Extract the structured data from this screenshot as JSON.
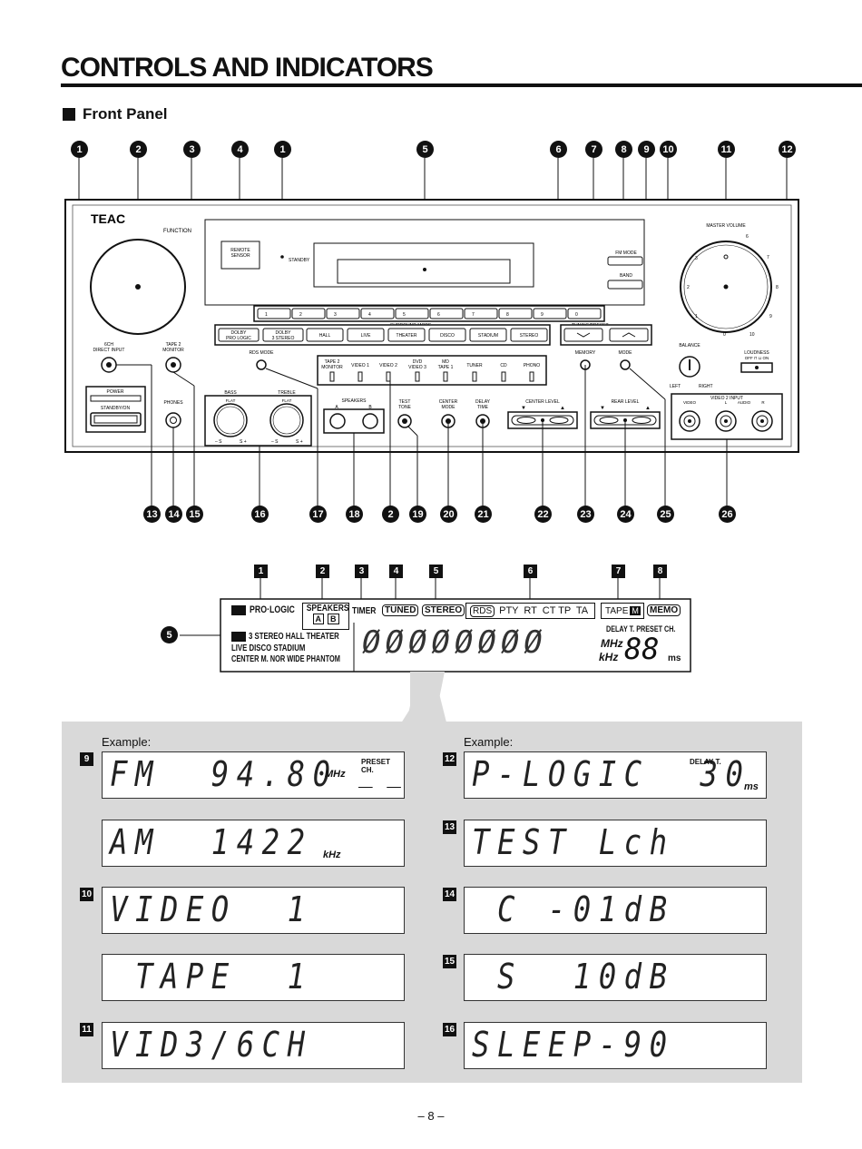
{
  "header": {
    "title": "CONTROLS AND INDICATORS",
    "section": "Front Panel"
  },
  "callouts_top": [
    "1",
    "2",
    "3",
    "4",
    "1",
    "5",
    "6",
    "7",
    "8",
    "9",
    "10",
    "11",
    "12"
  ],
  "callouts_bottom": [
    "13",
    "14",
    "15",
    "16",
    "17",
    "18",
    "2",
    "19",
    "20",
    "21",
    "22",
    "23",
    "24",
    "25",
    "26"
  ],
  "panel": {
    "brand": "TEAC",
    "function_label": "FUNCTION",
    "remote_sensor": "REMOTE SENSOR",
    "standby": "STANDBY",
    "fm_mode": "FM MODE",
    "band": "BAND",
    "master_volume": "MASTER VOLUME",
    "presets": [
      "1",
      "2",
      "3",
      "4",
      "5",
      "6",
      "7",
      "8",
      "9",
      "0"
    ],
    "surround_mode": "SURROUND MODE",
    "tuning_preset": "TUNING/PRESET",
    "surround_buttons": [
      "DOLBY PRO LOGIC",
      "DOLBY 3 STEREO",
      "HALL",
      "LIVE",
      "THEATER",
      "DISCO",
      "STADIUM",
      "STEREO"
    ],
    "sixch_direct": "6CH DIRECT INPUT",
    "tape2_monitor": "TAPE 2 MONITOR",
    "rds_mode": "RDS MODE",
    "inputs": [
      "TAPE 2 MONITOR",
      "VIDEO 1",
      "VIDEO 2",
      "DVD VIDEO 3",
      "MD TAPE 1",
      "TUNER",
      "CD",
      "PHONO"
    ],
    "memory": "MEMORY",
    "mode": "MODE",
    "balance": "BALANCE",
    "left": "LEFT",
    "right": "RIGHT",
    "loudness": "LOUDNESS",
    "loudness_opts": "OFF ⊓  ⊔ ON",
    "power": "POWER",
    "standby_on": "STANDBY/ON",
    "phones": "PHONES",
    "bass": "BASS",
    "treble": "TREBLE",
    "flat": "FLAT",
    "speakers": "SPEAKERS",
    "speaker_a": "A",
    "speaker_b": "B",
    "test_tone": "TEST TONE",
    "center_mode": "CENTER MODE",
    "delay_time": "DELAY TIME",
    "center_level": "CENTER LEVEL",
    "rear_level": "REAR LEVEL",
    "video2_input": "VIDEO 2 INPUT",
    "video": "VIDEO",
    "audio_l": "L",
    "audio": "AUDIO",
    "audio_r": "R"
  },
  "display": {
    "callout": "5",
    "indicator_nums": [
      "1",
      "2",
      "3",
      "4",
      "5",
      "6",
      "7",
      "8"
    ],
    "pro_logic": "PRO·LOGIC",
    "speakers": "SPEAKERS",
    "spk_a": "A",
    "spk_b": "B",
    "timer": "TIMER",
    "tuned": "TUNED",
    "stereo": "STEREO",
    "rds": "RDS",
    "rds_items": "PTY  RT  CT TP  TA",
    "tape": "TAPE",
    "tape_m": "M",
    "memo": "MEMO",
    "mode_line1": "3 STEREO HALL THEATER",
    "mode_line2": "LIVE DISCO STADIUM",
    "mode_line3": "CENTER M. NOR WIDE PHANTOM",
    "delay_preset": "DELAY T. PRESET CH.",
    "mhz": "MHz",
    "khz": "kHz",
    "ms": "ms",
    "digits": "88"
  },
  "examples": {
    "label_left": "Example:",
    "label_right": "Example:",
    "left": [
      {
        "num": "9",
        "text": "FM  94.80",
        "unit": "MHz",
        "tag": "PRESET CH.",
        "extra": "_ _"
      },
      {
        "num": "",
        "text": "AM  1422",
        "unit": "kHz",
        "tag": "",
        "extra": ""
      },
      {
        "num": "10",
        "text": "VIDEO  1",
        "unit": "",
        "tag": "",
        "extra": ""
      },
      {
        "num": "",
        "text": " TAPE  1",
        "unit": "",
        "tag": "",
        "extra": ""
      },
      {
        "num": "11",
        "text": "VID3/6CH",
        "unit": "",
        "tag": "",
        "extra": ""
      }
    ],
    "right": [
      {
        "num": "12",
        "text": "P-LOGIC  30",
        "unit": "ms",
        "tag": "DELAY T.",
        "extra": ""
      },
      {
        "num": "13",
        "text": "TEST Lch",
        "unit": "",
        "tag": "",
        "extra": ""
      },
      {
        "num": "14",
        "text": " C -01dB",
        "unit": "",
        "tag": "",
        "extra": ""
      },
      {
        "num": "15",
        "text": " S  10dB",
        "unit": "",
        "tag": "",
        "extra": ""
      },
      {
        "num": "16",
        "text": "SLEEP-90",
        "unit": "",
        "tag": "",
        "extra": ""
      }
    ]
  },
  "footer": {
    "page": "– 8 –"
  }
}
